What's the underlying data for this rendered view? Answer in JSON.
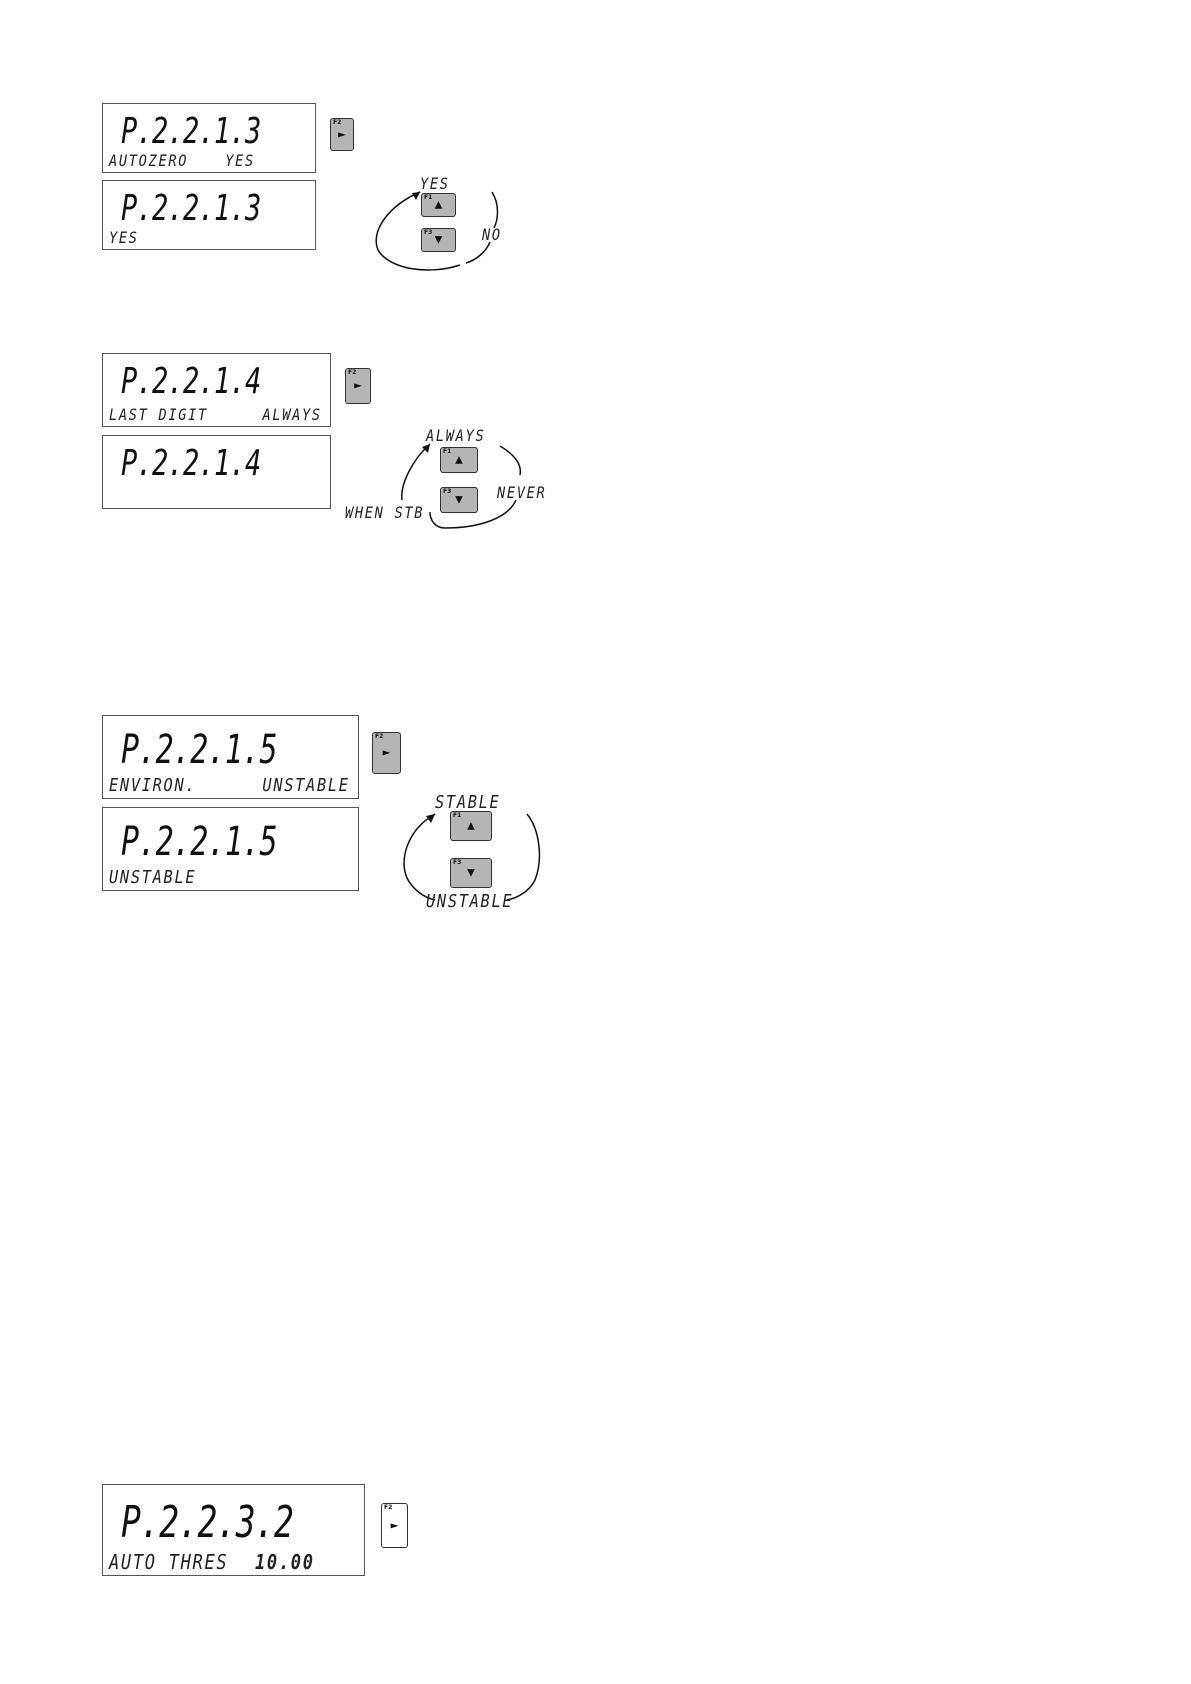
{
  "sections": [
    {
      "code": "P.2.2.1.3",
      "param_label": "AUTOZERO",
      "param_value": "YES",
      "edit_value": "YES",
      "key_next": {
        "label": "F2",
        "arrow": "►"
      },
      "key_up": {
        "label": "F1",
        "arrow": "▲"
      },
      "key_down": {
        "label": "F3",
        "arrow": "▼"
      },
      "options": [
        "YES",
        "NO"
      ]
    },
    {
      "code": "P.2.2.1.4",
      "param_label": "LAST DIGIT",
      "param_value": "ALWAYS",
      "edit_value": "",
      "key_next": {
        "label": "F2",
        "arrow": "►"
      },
      "key_up": {
        "label": "F1",
        "arrow": "▲"
      },
      "key_down": {
        "label": "F3",
        "arrow": "▼"
      },
      "options": [
        "ALWAYS",
        "NEVER",
        "WHEN STB"
      ]
    },
    {
      "code": "P.2.2.1.5",
      "param_label": "ENVIRON.",
      "param_value": "UNSTABLE",
      "edit_value": "UNSTABLE",
      "key_next": {
        "label": "F2",
        "arrow": "►"
      },
      "key_up": {
        "label": "F1",
        "arrow": "▲"
      },
      "key_down": {
        "label": "F3",
        "arrow": "▼"
      },
      "options": [
        "STABLE",
        "UNSTABLE"
      ]
    },
    {
      "code": "P.2.2.3.2",
      "param_label": "AUTO THRES",
      "param_value": "10.00",
      "key_next": {
        "label": "F2",
        "arrow": "►"
      }
    }
  ]
}
